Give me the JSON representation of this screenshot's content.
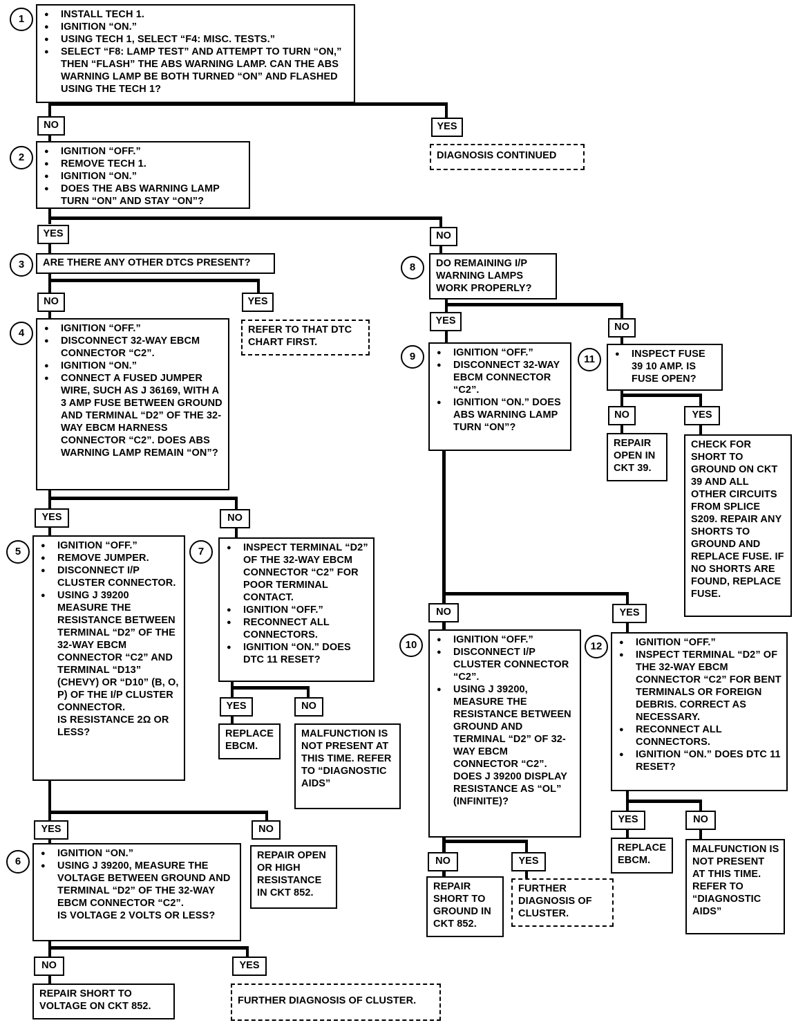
{
  "steps": {
    "s1": {
      "num": "1",
      "bullets": [
        "INSTALL TECH 1.",
        "IGNITION “ON.”",
        "USING TECH 1, SELECT “F4:  MISC. TESTS.”",
        "SELECT “F8: LAMP TEST” AND ATTEMPT TO TURN “ON,” THEN “FLASH” THE ABS WARNING LAMP. CAN THE ABS WARNING LAMP BE BOTH TURNED “ON” AND FLASHED USING THE TECH 1?"
      ]
    },
    "s2": {
      "num": "2",
      "bullets": [
        "IGNITION “OFF.”",
        "REMOVE TECH 1.",
        "IGNITION “ON.”",
        "DOES THE ABS WARNING LAMP TURN “ON” AND STAY “ON”?"
      ]
    },
    "s3": {
      "num": "3",
      "text": "ARE THERE ANY OTHER DTCs PRESENT?"
    },
    "s4": {
      "num": "4",
      "bullets": [
        "IGNITION “OFF.”",
        "DISCONNECT 32-WAY EBCM CONNECTOR “C2”.",
        "IGNITION “ON.”",
        "CONNECT A FUSED JUMPER WIRE, SUCH AS J 36169, WITH A 3 AMP FUSE BETWEEN GROUND AND TERMINAL “D2” OF THE 32-WAY EBCM HARNESS CONNECTOR “C2”. DOES ABS WARNING LAMP REMAIN “ON”?"
      ]
    },
    "s5": {
      "num": "5",
      "bullets": [
        "IGNITION “OFF.”",
        "REMOVE JUMPER.",
        "DISCONNECT I/P CLUSTER CONNECTOR.",
        "USING J 39200 MEASURE THE RESISTANCE BETWEEN TERMINAL “D2” OF THE 32-WAY EBCM CONNECTOR “C2” AND TERMINAL “D13” (CHEVY) OR “D10” (B, O, P) OF THE I/P CLUSTER CONNECTOR."
      ],
      "question": "IS RESISTANCE 2Ω OR LESS?"
    },
    "s6": {
      "num": "6",
      "bullets": [
        "IGNITION “ON.”",
        "USING J 39200, MEASURE THE VOLTAGE BETWEEN GROUND AND TERMINAL “D2” OF THE 32-WAY EBCM CONNECTOR “C2”."
      ],
      "question": "IS VOLTAGE 2 VOLTS OR LESS?"
    },
    "s7": {
      "num": "7",
      "bullets": [
        "INSPECT TERMINAL “D2” OF THE 32-WAY EBCM CONNECTOR “C2” FOR POOR TERMINAL CONTACT.",
        "IGNITION “OFF.”",
        "RECONNECT ALL CONNECTORS.",
        "IGNITION “ON.” DOES DTC 11 RESET?"
      ]
    },
    "s8": {
      "num": "8",
      "text": "DO REMAINING I/P WARNING LAMPS WORK PROPERLY?"
    },
    "s9": {
      "num": "9",
      "bullets": [
        "IGNITION “OFF.”",
        "DISCONNECT 32-WAY EBCM CONNECTOR “C2”.",
        "IGNITION “ON.” DOES ABS WARNING LAMP TURN “ON”?"
      ]
    },
    "s10": {
      "num": "10",
      "bullets": [
        "IGNITION “OFF.”",
        "DISCONNECT I/P CLUSTER CONNECTOR “C2”.",
        "USING J 39200, MEASURE THE RESISTANCE BETWEEN GROUND AND TERMINAL “D2” OF 32-WAY EBCM CONNECTOR “C2”. DOES J 39200 DISPLAY RESISTANCE AS “OL” (INFINITE)?"
      ]
    },
    "s11": {
      "num": "11",
      "bullets": [
        "INSPECT FUSE 39 10 AMP. IS FUSE OPEN?"
      ]
    },
    "s12": {
      "num": "12",
      "bullets": [
        "IGNITION “OFF.”",
        "INSPECT TERMINAL “D2” OF THE 32-WAY EBCM CONNECTOR “C2” FOR BENT TERMINALS OR FOREIGN DEBRIS. CORRECT AS NECESSARY.",
        "RECONNECT ALL CONNECTORS.",
        "IGNITION “ON.” DOES DTC 11 RESET?"
      ]
    }
  },
  "results": {
    "diag_continued": "DIAGNOSIS CONTINUED",
    "refer_dtc": "REFER TO THAT DTC CHART FIRST.",
    "replace_ebcm_7": "REPLACE EBCM.",
    "malfunction_7": "MALFUNCTION IS NOT PRESENT AT THIS TIME. REFER TO “DIAGNOSTIC AIDS”",
    "repair_open_852": "REPAIR OPEN OR HIGH RESISTANCE IN CKT 852.",
    "repair_short_voltage": "REPAIR SHORT TO VOLTAGE ON CKT 852.",
    "further_cluster_6": "FURTHER DIAGNOSIS OF CLUSTER.",
    "repair_open_39": "REPAIR OPEN IN CKT 39.",
    "check_short_39": "CHECK FOR SHORT TO GROUND ON CKT 39 AND ALL OTHER CIRCUITS FROM SPLICE S209. REPAIR ANY SHORTS TO GROUND AND REPLACE FUSE. IF NO SHORTS ARE FOUND, REPLACE FUSE.",
    "repair_short_ground": "REPAIR SHORT TO GROUND IN CKT 852.",
    "further_cluster_10": "FURTHER DIAGNOSIS OF CLUSTER.",
    "replace_ebcm_12": "REPLACE EBCM.",
    "malfunction_12": "MALFUNCTION IS NOT PRESENT AT THIS TIME. REFER TO “DIAGNOSTIC AIDS”"
  },
  "labels": {
    "yes": "YES",
    "no": "NO"
  }
}
